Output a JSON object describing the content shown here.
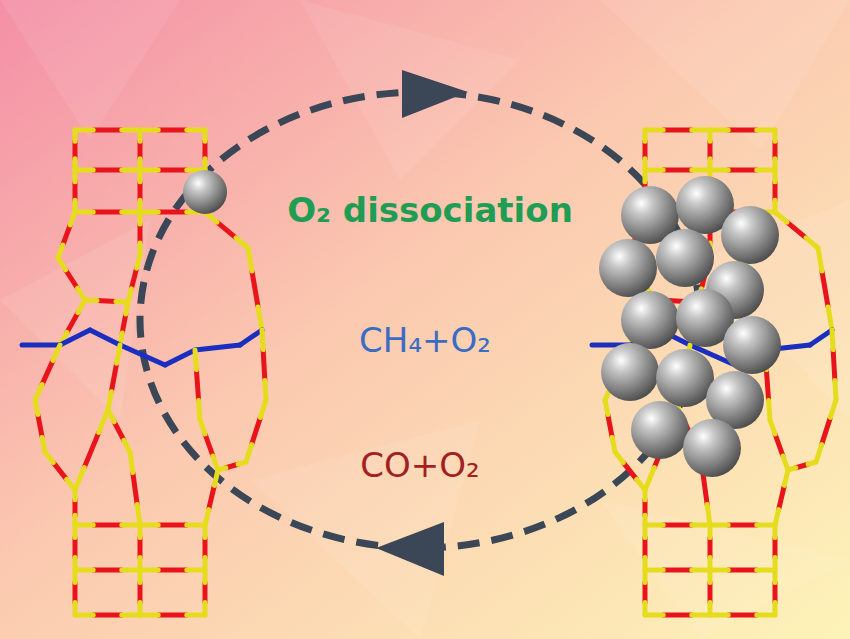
{
  "diagram": {
    "labels": [
      "O₂ dissociation",
      "CH₄+O₂",
      "CO+O₂"
    ]
  }
}
